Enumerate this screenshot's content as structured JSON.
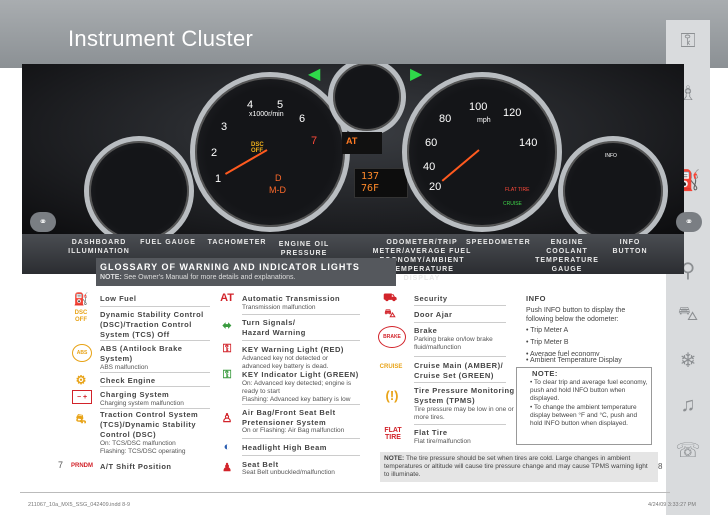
{
  "header": {
    "title": "Instrument Cluster"
  },
  "cluster": {
    "tach_label": "x1000r/min",
    "tach_numbers": [
      "1",
      "2",
      "3",
      "4",
      "5",
      "6",
      "7"
    ],
    "speed_label": "mph",
    "speed_numbers": [
      "20",
      "40",
      "60",
      "80",
      "100",
      "120",
      "140"
    ],
    "center_top": "AT",
    "odo_top": "137",
    "odo_bottom": "76F",
    "dsc_label": "DSC OFF",
    "gear_d": "D",
    "gear_m": "M-D",
    "flat_tire": "FLAT TIRE",
    "cruise": "CRUISE",
    "info": "INFO"
  },
  "strip": {
    "labels": [
      "DASHBOARD ILLUMINATION",
      "FUEL GAUGE",
      "TACHOMETER",
      "ENGINE OIL PRESSURE GAUGE",
      "ODOMETER/TRIP METER/AVERAGE FUEL ECONOMY/AMBIENT TEMPERATURE DISPLAY",
      "SPEEDOMETER",
      "ENGINE COOLANT TEMPERATURE GAUGE",
      "INFO BUTTON"
    ]
  },
  "glossary": {
    "title": "GLOSSARY OF WARNING AND INDICATOR LIGHTS",
    "note_label": "NOTE:",
    "note_text": "See Owner's Manual for more details and explanations."
  },
  "col1": [
    {
      "title": "Low Fuel",
      "desc": ""
    },
    {
      "title": "Dynamic Stability Control (DSC)/Traction Control System (TCS) Off",
      "desc": ""
    },
    {
      "title": "ABS (Antilock Brake System)",
      "desc": "ABS malfunction"
    },
    {
      "title": "Check Engine",
      "desc": ""
    },
    {
      "title": "Charging System",
      "desc": "Charging system malfunction"
    },
    {
      "title": "Traction Control System (TCS)/Dynamic Stability Control (DSC)",
      "desc": "On: TCS/DSC malfunction\nFlashing: TCS/DSC operating"
    },
    {
      "title": "A/T Shift Position",
      "desc": ""
    }
  ],
  "col2": [
    {
      "title": "Automatic Transmission",
      "desc": "Transmission malfunction"
    },
    {
      "title": "Turn Signals/ Hazard Warning",
      "desc": ""
    },
    {
      "title": "KEY Warning Light (RED)",
      "desc": "Advanced key not detected or advanced key battery is dead."
    },
    {
      "title": "KEY Indicator Light (GREEN)",
      "desc": "On: Advanced key detected; engine is ready to start\nFlashing: Advanced key battery is low"
    },
    {
      "title": "Air Bag/Front Seat Belt Pretensioner System",
      "desc": "On or Flashing: Air Bag malfunction"
    },
    {
      "title": "Headlight High Beam",
      "desc": ""
    },
    {
      "title": "Seat Belt",
      "desc": "Seat Belt unbuckled/malfunction"
    }
  ],
  "col3": [
    {
      "title": "Security",
      "desc": ""
    },
    {
      "title": "Door Ajar",
      "desc": ""
    },
    {
      "title": "Brake",
      "desc": "Parking brake on/low brake fluid/malfunction"
    },
    {
      "title": "Cruise Main (AMBER)/ Cruise Set (GREEN)",
      "desc": ""
    },
    {
      "title": "Tire Pressure Monitoring System (TPMS)",
      "desc": "Tire pressure may be low in one or more tires."
    },
    {
      "title": "Flat Tire",
      "desc": "Flat tire/malfunction"
    }
  ],
  "info": {
    "title": "INFO",
    "intro": "Push INFO button to display the following below the odometer:",
    "bullets": [
      "Trip Meter A",
      "Trip Meter B",
      "Average fuel economy",
      "Ambient Temperature Display"
    ],
    "note_label": "NOTE:",
    "note_bullets": [
      "To clear trip and average fuel economy, push and hold INFO button when displayed.",
      "To change the ambient temperature display between °F and °C, push and hold INFO button when displayed."
    ]
  },
  "bottom_note": {
    "label": "NOTE:",
    "text": "The tire pressure should be set when tires are cold. Large changes in ambient temperatures or altitude will cause tire pressure change and may cause TPMS warning light to illuminate."
  },
  "page": {
    "left": "7",
    "right": "8"
  },
  "footer": {
    "left": "211067_10a_MX5_SSG_042409.indd   8-9",
    "right": "4/24/09   3:33:27 PM"
  },
  "icons": {
    "dsc_text": "DSC\nOFF",
    "abs_text": "ABS",
    "at_text": "AT",
    "brake_text": "BRAKE",
    "cruise_text": "CRUISE",
    "flat_text": "FLAT\nTIRE",
    "prndm_text": "PRNDM"
  },
  "colors": {
    "red": "#d2232a",
    "amber": "#e8a317",
    "green": "#3a9b3f",
    "header_gray": "#9ea2a6"
  }
}
